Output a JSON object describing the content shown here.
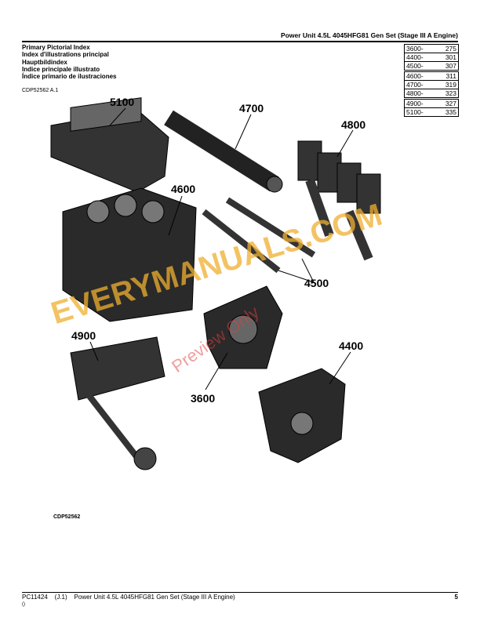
{
  "header": {
    "title": "Power Unit 4.5L 4045HFG81 Gen Set (Stage III A Engine)"
  },
  "index_titles": [
    "Primary Pictorial Index",
    "Index d'illustrations principal",
    "Hauptbildindex",
    "Indice principale illustrato",
    "Índice primario de ilustraciones"
  ],
  "figure_ref": "CDP52562 A.1",
  "index_table": [
    [
      {
        "group": "3600-",
        "page": "275"
      },
      {
        "group": "4400-",
        "page": "301"
      },
      {
        "group": "4500-",
        "page": "307"
      }
    ],
    [
      {
        "group": "4600-",
        "page": "311"
      },
      {
        "group": "4700-",
        "page": "319"
      },
      {
        "group": "4800-",
        "page": "323"
      }
    ],
    [
      {
        "group": "4900-",
        "page": "327"
      },
      {
        "group": "5100-",
        "page": "335"
      }
    ]
  ],
  "callouts": {
    "c5100": "5100",
    "c4700": "4700",
    "c4800": "4800",
    "c4600": "4600",
    "c4500": "4500",
    "c4900": "4900",
    "c4400": "4400",
    "c3600": "3600"
  },
  "figure_id": "CDP52562",
  "watermark": {
    "text": "EVERYMANUALS.COM",
    "preview": "Preview Only",
    "color": "#f0b030"
  },
  "footer": {
    "text": "PC11424    (J.1)    Power Unit 4.5L 4045HFG81 Gen Set (Stage III A Engine)",
    "page": "5",
    "sub": "()"
  }
}
